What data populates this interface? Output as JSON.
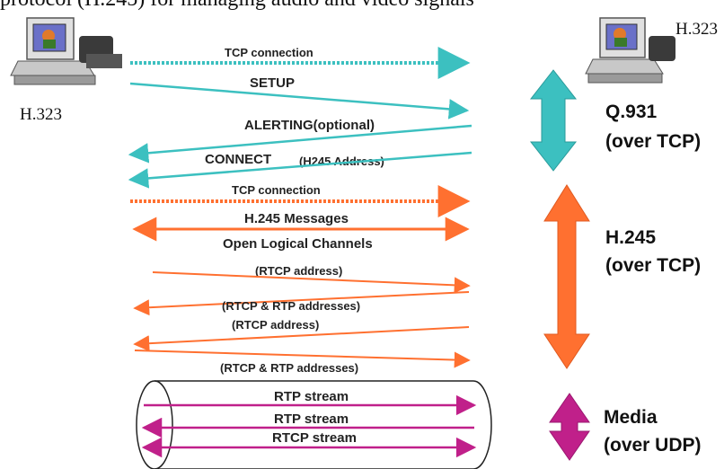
{
  "header_cutoff": "protocol (H.245) for managing audio and video signals",
  "endpoints": {
    "left_label": "H.323",
    "right_label": "H.323"
  },
  "messages": {
    "tcp1": "TCP connection",
    "setup": "SETUP",
    "alerting": "ALERTING(optional)",
    "connect": "CONNECT",
    "connect_sub": "(H245 Address)",
    "tcp2": "TCP connection",
    "h245_messages": "H.245 Messages",
    "olc": "Open Logical Channels",
    "rtcp_addr_1": "(RTCP address)",
    "rtcp_rtp_1": "(RTCP & RTP addresses)",
    "rtcp_addr_2": "(RTCP address)",
    "rtcp_rtp_2": "(RTCP & RTP addresses)",
    "rtp_stream_1": "RTP stream",
    "rtp_stream_2": "RTP stream",
    "rtcp_stream": "RTCP stream"
  },
  "phases": {
    "q931_line1": "Q.931",
    "q931_line2": "(over TCP)",
    "h245_line1": "H.245",
    "h245_line2": "(over TCP)",
    "media_line1": "Media",
    "media_line2": "(over UDP)"
  },
  "colors": {
    "q931": "#3cc0c0",
    "h245": "#ff7030",
    "media": "#c0208a"
  }
}
